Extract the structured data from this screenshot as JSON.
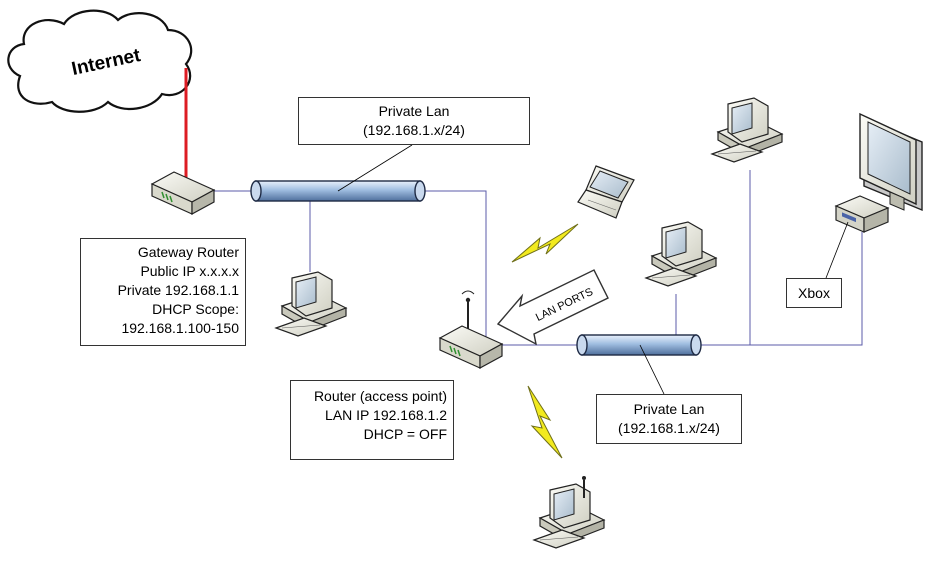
{
  "cloud": {
    "label": "Internet"
  },
  "labels": {
    "lan_top": [
      "Private Lan",
      "(192.168.1.x/24)"
    ],
    "lan_bottom": [
      "Private Lan",
      "(192.168.1.x/24)"
    ],
    "gateway": [
      "Gateway Router",
      "Public IP x.x.x.x",
      "Private 192.168.1.1",
      "DHCP Scope:",
      "192.168.1.100-150"
    ],
    "access_point": [
      "Router (access point)",
      "LAN IP 192.168.1.2",
      "DHCP = OFF"
    ],
    "xbox": "Xbox",
    "lan_ports": "LAN PORTS"
  },
  "colors": {
    "internet_link": "#dd1c24",
    "cable": "#5b5ba8",
    "pipe": "#8fb0d8",
    "lightning": "#f2ea1e"
  }
}
